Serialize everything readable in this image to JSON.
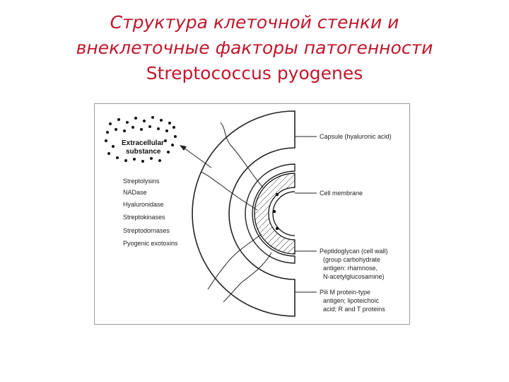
{
  "title": {
    "line1": "Структура клеточной стенки и",
    "line2": "внеклеточные факторы патогенности",
    "line3": "Streptococcus pyogenes"
  },
  "figure": {
    "extracellular": {
      "line1": "Extracellular",
      "line2": "substance"
    },
    "factors": [
      "Streptolysins",
      "NADase",
      "Hyaluronidase",
      "Streptokinases",
      "Streptodornases",
      "Pyogenic exotoxins"
    ],
    "labels": {
      "capsule": "Capsule (hyaluronic acid)",
      "membrane": "Cell membrane",
      "peptidoglycan": [
        "Peptidoglycan (cell wall)",
        "(group carbohydrate",
        "antigen: rhamnose,",
        "N-acetylglucosamine)"
      ],
      "pili": [
        "Pili M protein-type",
        "antigen; lipoteichoic",
        "acid; R and T proteins"
      ]
    }
  }
}
